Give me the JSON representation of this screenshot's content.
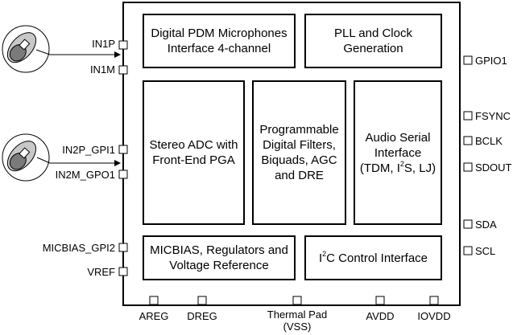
{
  "blocks": {
    "pdm": "Digital PDM Microphones Interface 4-channel",
    "pll": "PLL and Clock Generation",
    "adc": "Stereo ADC with Front-End PGA",
    "filters": "Programmable Digital Filters, Biquads, AGC and DRE",
    "asi_title": "Audio Serial Interface",
    "asi_formats_a": "(TDM, I",
    "asi_formats_sup": "2",
    "asi_formats_b": "S, LJ)",
    "micbias": "MICBIAS, Regulators and Voltage Reference",
    "i2c_a": "I",
    "i2c_sup": "2",
    "i2c_b": "C Control Interface"
  },
  "pins": {
    "left": [
      "IN1P",
      "IN1M",
      "IN2P_GPI1",
      "IN2M_GPO1",
      "MICBIAS_GPI2",
      "VREF"
    ],
    "right": [
      "GPIO1",
      "FSYNC",
      "BCLK",
      "SDOUT",
      "SDA",
      "SCL"
    ],
    "bottom": [
      "AREG",
      "DREG",
      "AVDD",
      "IOVDD"
    ],
    "thermal_line1": "Thermal Pad",
    "thermal_line2": "(VSS)"
  },
  "icons": {
    "mic_1": "microphone-icon",
    "mic_2": "microphone-icon"
  }
}
